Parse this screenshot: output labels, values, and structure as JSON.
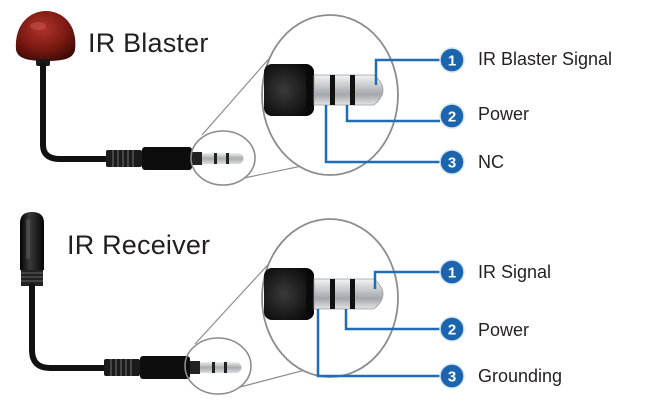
{
  "colors": {
    "leader_blue": "#1f6db3",
    "badge_blue": "#1a65ad",
    "blaster_red": "#7a1912",
    "cable_black": "#1a1a1a",
    "plug_silver": "#c7c9cc",
    "circle_stroke": "#8c8c8c"
  },
  "devices": [
    {
      "title": "IR Blaster",
      "pins": [
        {
          "number": "1",
          "label": "IR Blaster Signal"
        },
        {
          "number": "2",
          "label": "Power"
        },
        {
          "number": "3",
          "label": "NC"
        }
      ]
    },
    {
      "title": "IR Receiver",
      "pins": [
        {
          "number": "1",
          "label": "IR Signal"
        },
        {
          "number": "2",
          "label": "Power"
        },
        {
          "number": "3",
          "label": "Grounding"
        }
      ]
    }
  ]
}
